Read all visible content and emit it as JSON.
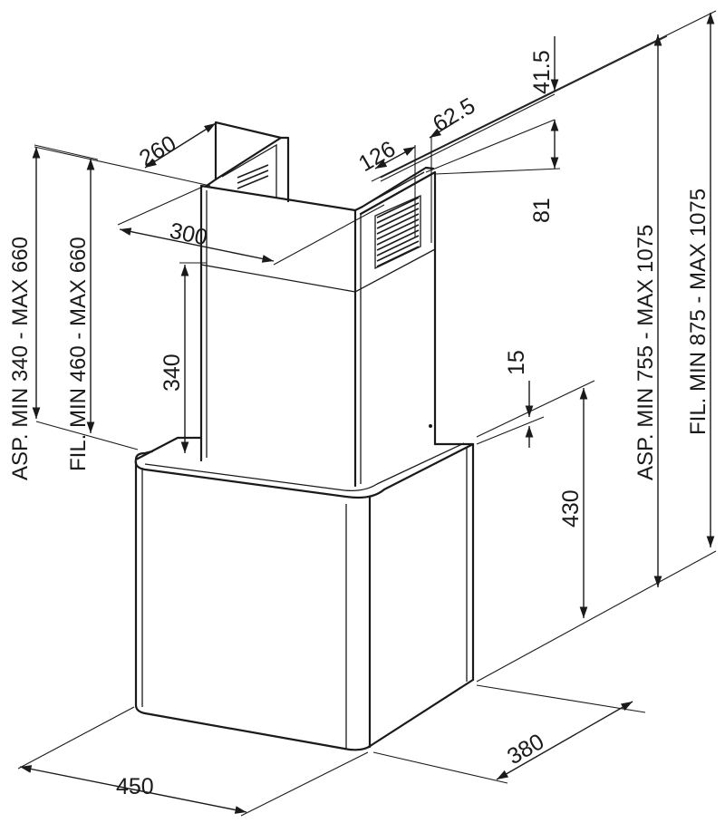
{
  "dimensions": {
    "d_260": "260",
    "d_300": "300",
    "d_126": "126",
    "d_62_5": "62.5",
    "d_41_5": "41.5",
    "d_81": "81",
    "d_340": "340",
    "d_15": "15",
    "d_430": "430",
    "d_450": "450",
    "d_380": "380",
    "asp_left": "ASP. MIN 340 - MAX 660",
    "fil_left": "FIL. MIN 460 - MAX 660",
    "asp_right": "ASP. MIN 755 - MAX 1075",
    "fil_right": "FIL. MIN 875 - MAX 1075"
  }
}
